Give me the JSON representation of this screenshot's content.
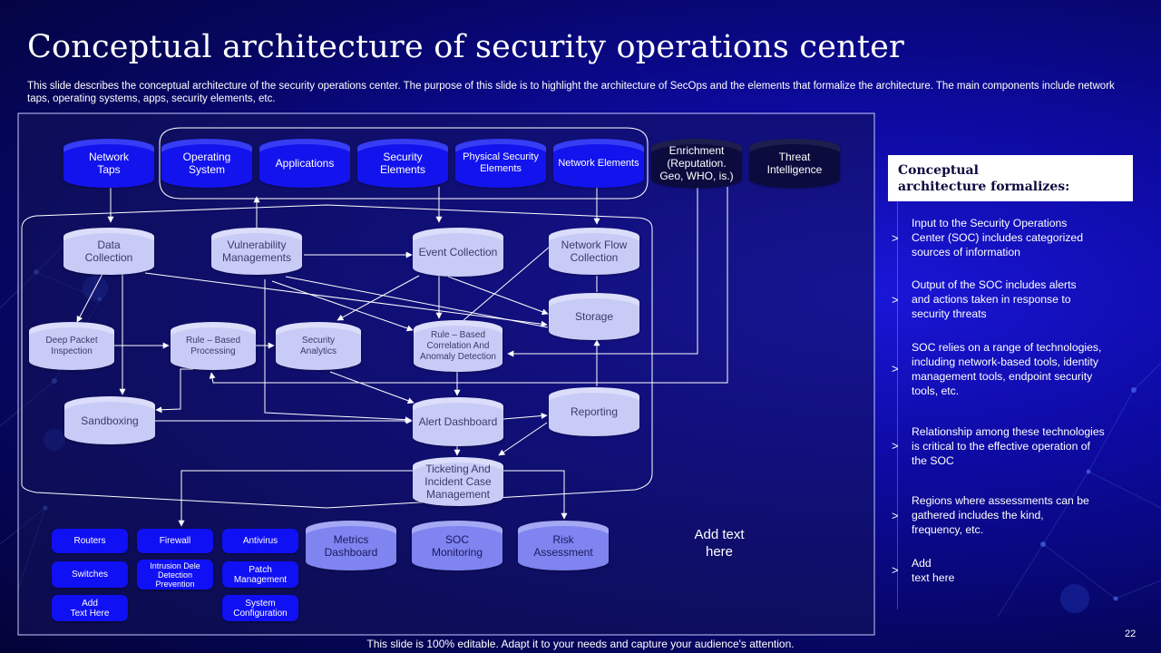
{
  "title": "Conceptual architecture of security operations center",
  "subtitle": "This slide describes the conceptual architecture of the security operations center. The purpose of this slide is to highlight the architecture of SecOps and the elements that formalize the architecture. The main components include network taps, operating systems, apps, security elements, etc.",
  "diagram": {
    "sources": [
      "Network\nTaps",
      "Operating\nSystem",
      "Applications",
      "Security\nElements",
      "Physical Security\nElements",
      "Network Elements",
      "Enrichment\n(Reputation.\nGeo, WHO, is.)",
      "Threat\nIntelligence"
    ],
    "processing": {
      "data_collection": "Data\nCollection",
      "vulnerability_managements": "Vulnerability\nManagements",
      "event_collection": "Event Collection",
      "network_flow_collection": "Network Flow\nCollection",
      "storage": "Storage",
      "deep_packet_inspection": "Deep Packet\nInspection",
      "rule_based_processing": "Rule – Based\nProcessing",
      "security_analytics": "Security\nAnalytics",
      "rule_based_correlation": "Rule – Based\nCorrelation And\nAnomaly Detection",
      "sandboxing": "Sandboxing",
      "alert_dashboard": "Alert Dashboard",
      "reporting": "Reporting",
      "ticketing": "Ticketing And\nIncident Case\nManagement"
    },
    "outputs": [
      "Metrics\nDashboard",
      "SOC\nMonitoring",
      "Risk\nAssessment"
    ],
    "tools": [
      "Routers",
      "Firewall",
      "Antivirus",
      "Switches",
      "Intrusion Dele\nDetection\nPrevention",
      "Patch\nManagement",
      "Add\nText Here",
      "System\nConfiguration"
    ],
    "add_text": "Add text\nhere"
  },
  "panel": {
    "title": "Conceptual\narchitecture formalizes:",
    "items": [
      "Input to the Security Operations\nCenter (SOC) includes categorized\nsources of information",
      "Output of the SOC includes alerts\nand actions taken in response to\nsecurity threats",
      "SOC relies on a range of technologies,\nincluding network-based tools, identity\nmanagement tools, endpoint security\ntools, etc.",
      "Relationship among these technologies\nis critical to the effective operation of\nthe SOC",
      "Regions where assessments can be\ngathered includes the  kind,\nfrequency, etc.",
      "Add\ntext here"
    ],
    "chevron": ">"
  },
  "footer": "This slide is 100% editable. Adapt it to your needs and capture your audience's attention.",
  "page_number": "22",
  "colors": {
    "background": "#0a0a8c",
    "source_node": "#1313ee",
    "process_node": "#c9cbf7",
    "output_node": "#7f84f0",
    "tool_pill": "#1010f4",
    "dark_node": "#0b0b3e"
  }
}
